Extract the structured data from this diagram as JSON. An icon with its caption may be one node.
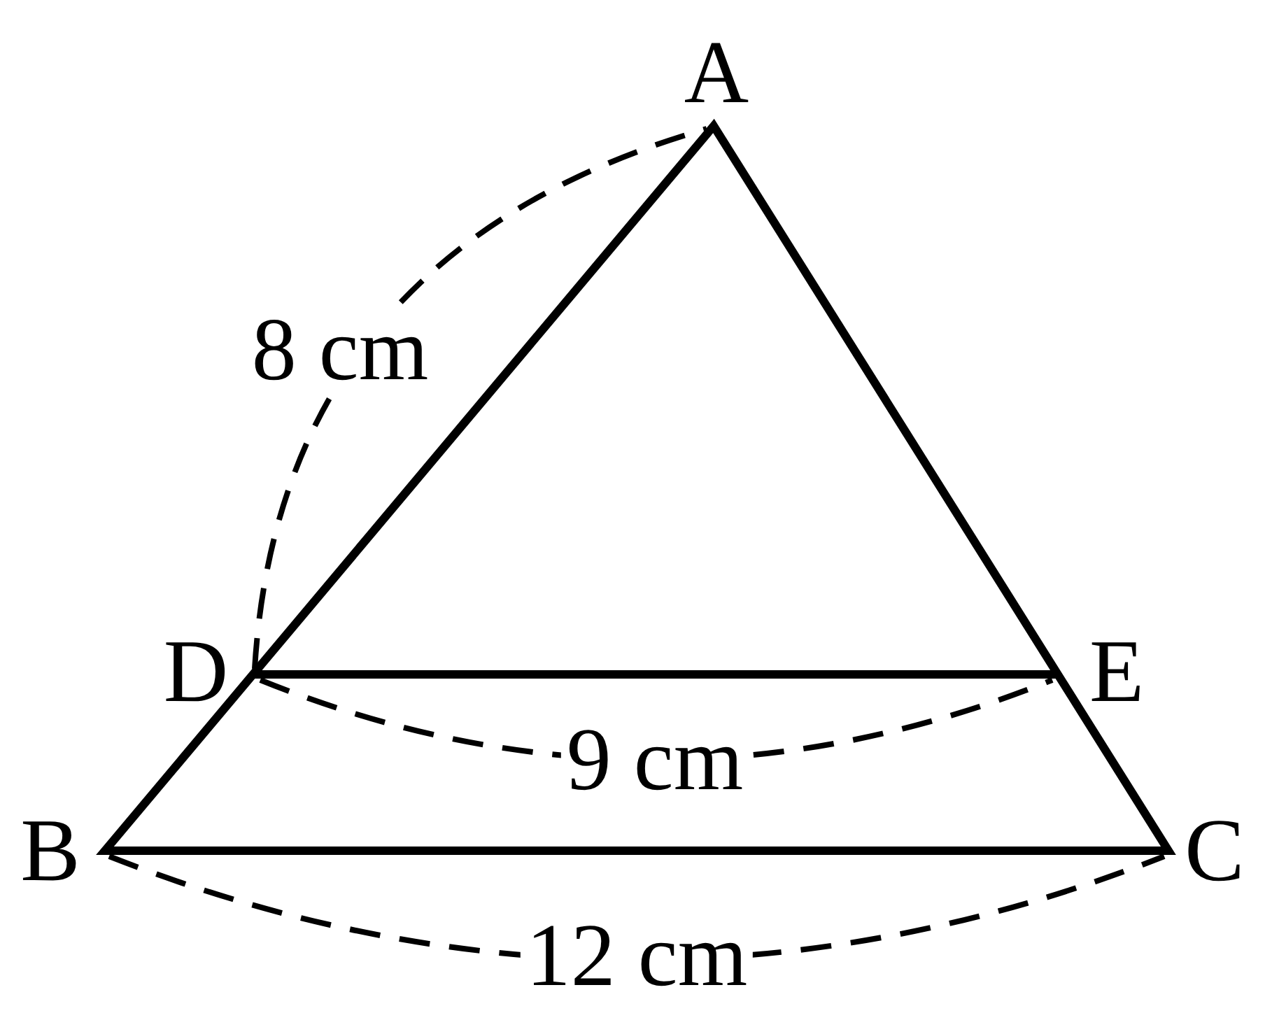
{
  "diagram": {
    "labels": [
      "A",
      "8 cm",
      "D",
      "E",
      "9 cm",
      "B",
      "C",
      "12 cm"
    ]
  }
}
